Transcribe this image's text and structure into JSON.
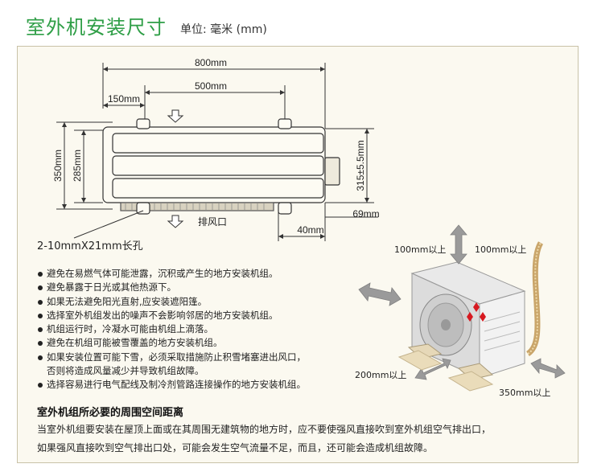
{
  "header": {
    "title": "室外机安装尺寸",
    "unit": "单位: 毫米 (mm)"
  },
  "drawing": {
    "dims": {
      "width_total": "800mm",
      "width_holes": "500mm",
      "offset_left": "150mm",
      "height_total": "350mm",
      "height_inner": "285mm",
      "height_right": "315±5.5mm",
      "right_offset": "69mm",
      "bottom_offset": "40mm"
    },
    "outlet_label": "排风口",
    "hole_note": "2-10mmX21mm长孔"
  },
  "notes": [
    "避免在易燃气体可能泄露，沉积或产生的地方安装机组。",
    "避免暴露于日光或其他热源下。",
    "如果无法避免阳光直射,应安装遮阳篷。",
    "选择室外机组发出的噪声不会影响邻居的地方安装机组。",
    "机组运行时，冷凝水可能由机组上滴落。",
    "避免在机组可能被雪覆盖的地方安装机组。",
    "如果安装位置可能下雪，必须采取措施防止积雪堵塞进出风口，",
    "否则将造成风量减少并导致机组故障。",
    "选择容易进行电气配线及制冷剂管路连接操作的地方安装机组。"
  ],
  "clearance": {
    "title": "室外机组所必要的周围空间距离",
    "body_line1": "当室外机组要安装在屋顶上面或在其周围无建筑物的地方时，应不要使强风直接吹到室外机组空气排出口，",
    "body_line2": "如果强风直接吹到空气排出口处，可能会发生空气流量不足，而且，还可能会造成机组故障。",
    "labels": {
      "top_left": "100mm以上",
      "top_right": "100mm以上",
      "bottom_left": "200mm以上",
      "bottom_right": "350mm以上"
    }
  },
  "colors": {
    "title_green": "#2e9e46",
    "panel_bg": "#fbf9f0",
    "arrow_gray": "#8a8a8a",
    "logo_red": "#d71920"
  }
}
